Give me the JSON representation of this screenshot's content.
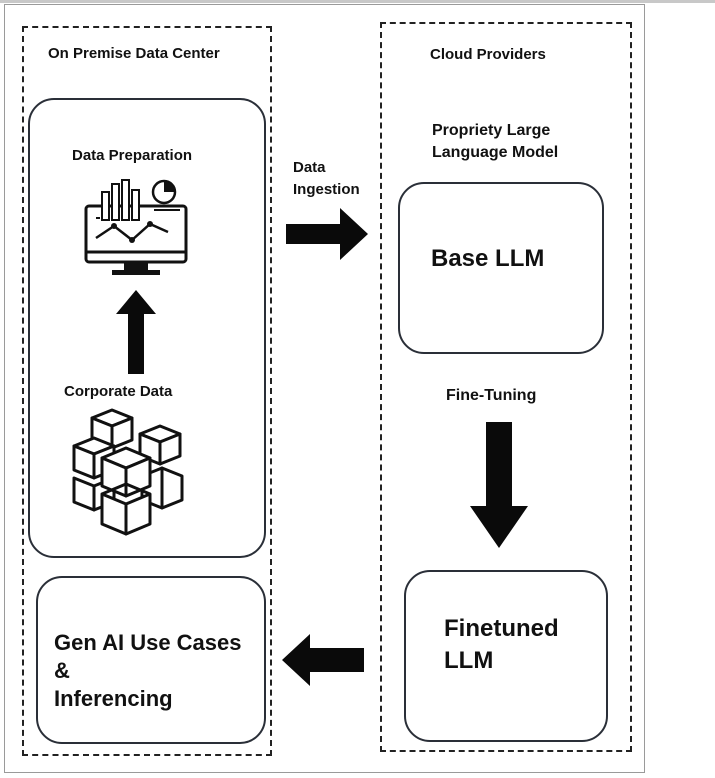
{
  "on_premise": {
    "title": "On Premise Data Center",
    "data_preparation": "Data Preparation",
    "corporate_data": "Corporate Data",
    "gen_ai_line1": "Gen AI Use Cases",
    "gen_ai_line2": "&",
    "gen_ai_line3": "Inferencing"
  },
  "ingestion": {
    "line1": "Data",
    "line2": "Ingestion"
  },
  "cloud": {
    "title": "Cloud Providers",
    "model_line1": "Propriety Large",
    "model_line2": "Language Model",
    "base_llm": "Base LLM",
    "fine_tuning": "Fine-Tuning",
    "finetuned_line1": "Finetuned",
    "finetuned_line2": "LLM"
  },
  "icons": {
    "dashboard": "monitor-analytics-icon",
    "data": "cubes-icon"
  },
  "colors": {
    "border": "#222222",
    "arrow": "#0a0a0a"
  }
}
